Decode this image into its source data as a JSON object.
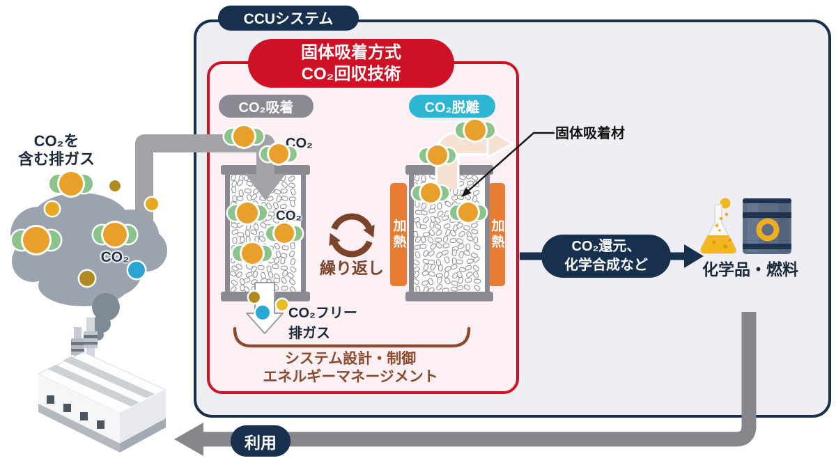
{
  "system": {
    "title": "CCUシステム"
  },
  "capture_box": {
    "title_line1": "固体吸着方式",
    "title_line2": "CO₂回収技術",
    "adsorb_label": "CO₂吸着",
    "desorb_label": "CO₂脱離",
    "co2_pipe_label": "CO₂",
    "co2_vessel_label": "CO₂",
    "heating_label": "加熱",
    "repeat_label": "繰り返し",
    "co2_free_line1": "CO₂フリー",
    "co2_free_line2": "排ガス",
    "footer_line1": "システム設計・制御",
    "footer_line2": "エネルギーマネージメント",
    "sorbent_label": "固体吸着材"
  },
  "exhaust": {
    "label_line1": "CO₂を",
    "label_line2": "含む排ガス",
    "co2_cloud_label": "CO₂"
  },
  "output": {
    "process_line1": "CO₂還元、",
    "process_line2": "化学合成など",
    "products_label": "化学品・燃料",
    "use_label": "利用"
  },
  "colors": {
    "navy": "#16304e",
    "red": "#cf1126",
    "capture_bg": "#fdf0f4",
    "system_bg": "#efeef4",
    "gray_pill": "#8a8b92",
    "cyan": "#2bb7d3",
    "heater_orange": "#e87c35",
    "brown": "#7d432a",
    "pipe_gray": "#a2a2a9",
    "return_gray": "#86868c",
    "molecule_orange": "#e8a02a",
    "molecule_green": "#8bc48a",
    "cloud_gray": "#9aa3ae",
    "flask_yellow": "#f2b71d",
    "drum_blue": "#5d6c85"
  }
}
